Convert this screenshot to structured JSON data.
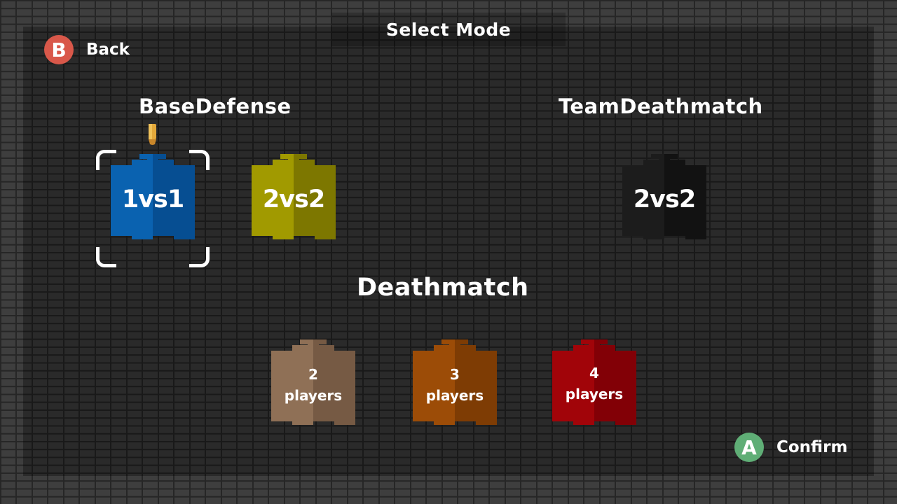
{
  "header": {
    "title": "Select Mode"
  },
  "hints": {
    "back": {
      "button": "B",
      "label": "Back",
      "color": "#d9584a"
    },
    "confirm": {
      "button": "A",
      "label": "Confirm",
      "color": "#5fae76"
    }
  },
  "groups": [
    {
      "name": "BaseDefense",
      "modes": [
        {
          "label": "1vs1",
          "color_light": "#0a62b0",
          "color_dark": "#064e92",
          "selected": true
        },
        {
          "label": "2vs2",
          "color_light": "#a19a00",
          "color_dark": "#7d7700",
          "selected": false
        }
      ]
    },
    {
      "name": "TeamDeathmatch",
      "modes": [
        {
          "label": "2vs2",
          "color_light": "#1c1c1c",
          "color_dark": "#121212",
          "selected": false
        }
      ]
    },
    {
      "name": "Deathmatch",
      "modes": [
        {
          "count": "2",
          "unit": "players",
          "color_light": "#8f7056",
          "color_dark": "#765a44",
          "selected": false
        },
        {
          "count": "3",
          "unit": "players",
          "color_light": "#9c4c07",
          "color_dark": "#7e3c04",
          "selected": false
        },
        {
          "count": "4",
          "unit": "players",
          "color_light": "#a10409",
          "color_dark": "#820006",
          "selected": false
        }
      ]
    }
  ],
  "selection_marker": {
    "icon": "bullet-icon",
    "color": "#e3a83a"
  }
}
